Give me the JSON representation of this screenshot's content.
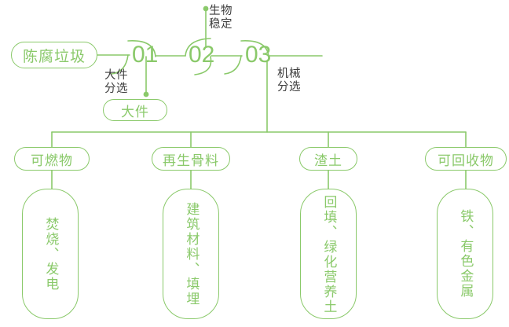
{
  "theme": {
    "accent": "#8ac96a",
    "text_dark": "#3c3c3c",
    "background": "#ffffff"
  },
  "chart_data": {
    "type": "diagram",
    "title": "",
    "flow": "process-tree"
  },
  "source": {
    "label": "陈腐垃圾"
  },
  "stages": [
    {
      "number": "01",
      "caption": "大件\n分选",
      "output": "大件"
    },
    {
      "number": "02",
      "caption": "生物\n稳定",
      "output": ""
    },
    {
      "number": "03",
      "caption": "机械\n分选",
      "output": ""
    }
  ],
  "outputs": {
    "bulky": "大件",
    "bio_label": "生物\n稳定",
    "bulky_label": "大件\n分选",
    "mech_label": "机械\n分选"
  },
  "categories": [
    {
      "name": "可燃物",
      "destination": "焚烧、发电"
    },
    {
      "name": "再生骨料",
      "destination": "建筑材料、填埋"
    },
    {
      "name": "渣土",
      "destination": "回填、绿化营养土"
    },
    {
      "name": "可回收物",
      "destination": "铁、有色金属"
    }
  ]
}
